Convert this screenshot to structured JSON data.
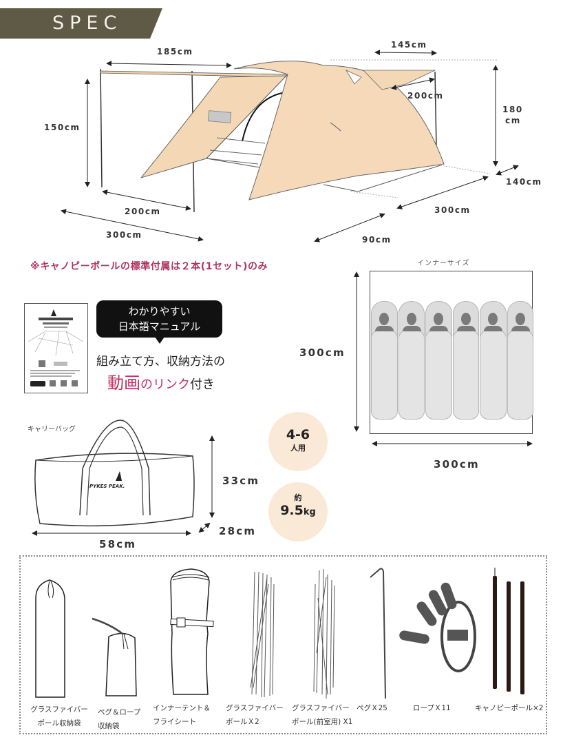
{
  "header": {
    "title": "SPEC",
    "banner_color": "#5e5a45"
  },
  "tent_dimensions": {
    "canopy_width": "185cm",
    "canopy_height": "150cm",
    "canopy_depth": "200cm",
    "total_front_length": "300cm",
    "rear_vestibule_width": "145cm",
    "rear_depth": "200cm",
    "height": "180",
    "height_unit": "cm",
    "side_depth": "140cm",
    "floor_length": "300cm",
    "front_vestibule": "90cm",
    "tent_color": "#f5d9b8"
  },
  "notice": "※キャノピーポールの標準付属は２本(1セット)のみ",
  "manual": {
    "bubble_line1": "わかりやすい",
    "bubble_line2": "日本語マニュアル",
    "desc_line1": "組み立て方、収納方法の",
    "desc_highlight": "動画",
    "desc_pink": "のリンク",
    "desc_suffix": "付き"
  },
  "carry_bag": {
    "label": "キャリーバッグ",
    "brand": "PYKES PEAK.",
    "height": "33cm",
    "depth": "28cm",
    "width": "58cm"
  },
  "badges": {
    "capacity_value": "4-6",
    "capacity_unit": "人用",
    "weight_prefix": "約",
    "weight_value": "9.5",
    "weight_unit": "kg",
    "color": "#fbe9d7"
  },
  "inner_size": {
    "label": "インナーサイズ",
    "height": "300cm",
    "width": "300cm",
    "sleeper_count": 6
  },
  "included_items": [
    {
      "line1": "グラスファイバー",
      "line2": "ポール収納袋"
    },
    {
      "line1": "ペグ＆ロープ",
      "line2": "収納袋"
    },
    {
      "line1": "インナーテント＆",
      "line2": "フライシート"
    },
    {
      "line1": "グラスファイバー",
      "line2": "ポールＸ2"
    },
    {
      "line1": "グラスファイバー",
      "line2": "ポール(前室用) X1"
    },
    {
      "line1": "ペグＸ25",
      "line2": ""
    },
    {
      "line1": "ロープＸ11",
      "line2": ""
    },
    {
      "line1": "キャノピーポール×2",
      "line2": ""
    }
  ],
  "colors": {
    "accent_pink": "#b2345e",
    "text_dark": "#2b2b2b",
    "pole_dark": "#2a1a16"
  }
}
